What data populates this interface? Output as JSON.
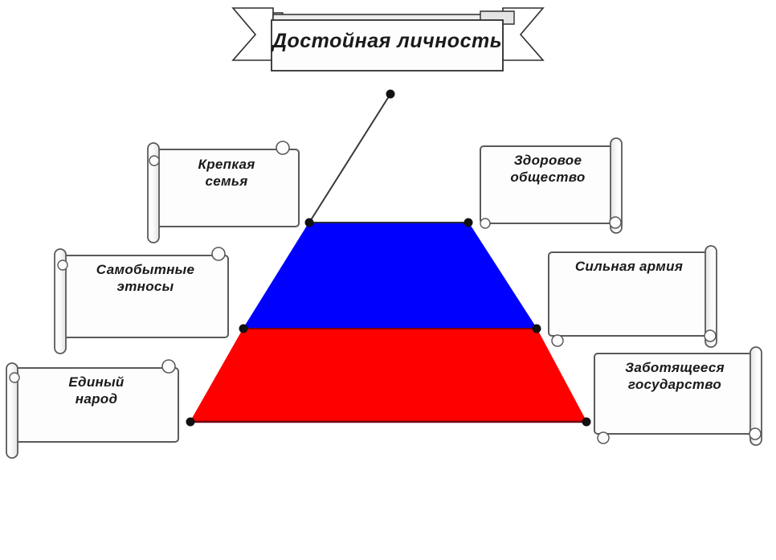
{
  "diagram": {
    "title_banner": {
      "label": "Достойная личность",
      "shape": "ribbon-banner"
    },
    "pyramid": {
      "apex_label": "",
      "bands": [
        {
          "name": "apex",
          "color": "#ffffff",
          "fill": "none"
        },
        {
          "name": "middle",
          "color": "#0000ff"
        },
        {
          "name": "base",
          "color": "#ff0000"
        }
      ],
      "vertex_dot_color": "#111111",
      "outline_color": "#3a3a3a"
    },
    "nodes": [
      {
        "id": "krepkaya-semya",
        "label": "Крепкая\nсемья",
        "side": "left",
        "roll": "left"
      },
      {
        "id": "zdorovoe-obshchestvo",
        "label": "Здоровое\nобщество",
        "side": "right",
        "roll": "right"
      },
      {
        "id": "samobytnye-etnosy",
        "label": "Самобытные\nэтносы",
        "side": "left",
        "roll": "left"
      },
      {
        "id": "silnaya-armiya",
        "label": "Сильная армия",
        "side": "right",
        "roll": "right"
      },
      {
        "id": "edinyy-narod",
        "label": "Единый\nнарод",
        "side": "left",
        "roll": "left"
      },
      {
        "id": "zabotyashcheesya-gosudarstvo",
        "label": "Заботящееся\nгосударство",
        "side": "right",
        "roll": "right"
      }
    ],
    "colors": {
      "blue": "#0000ff",
      "red": "#ff0000",
      "white": "#ffffff",
      "stroke": "#3a3a3a",
      "text": "#1a1a1a",
      "background": "#ffffff"
    }
  }
}
